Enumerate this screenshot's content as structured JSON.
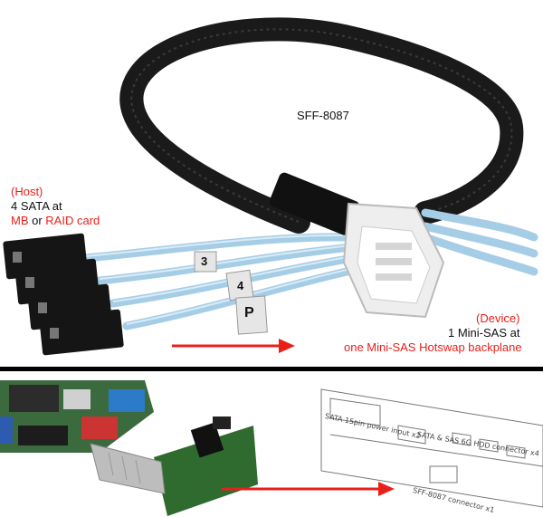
{
  "top": {
    "cable_label": "SFF-8087",
    "host": {
      "tag": "(Host)",
      "line1": "4 SATA at",
      "mb": "MB",
      "or": " or ",
      "raid": "RAID card"
    },
    "device": {
      "tag": "(Device)",
      "line1": "1 Mini-SAS at",
      "line2": "one Mini-SAS Hotswap backplane"
    },
    "wire_tags": {
      "tag3": "3",
      "tag4": "4",
      "tag_p": "P"
    }
  },
  "bottom": {
    "backplane": {
      "hdd_connectors": "SATA & SAS 6G HDD connector x4",
      "power_input": "SATA 15pin power input x2",
      "sff_connector": "SFF-8087 connector x1"
    }
  },
  "colors": {
    "accent_red": "#e8201a",
    "cable_blue": "#a6cde6",
    "sleeve_black": "#1a1a1a",
    "divider": "#000000"
  }
}
